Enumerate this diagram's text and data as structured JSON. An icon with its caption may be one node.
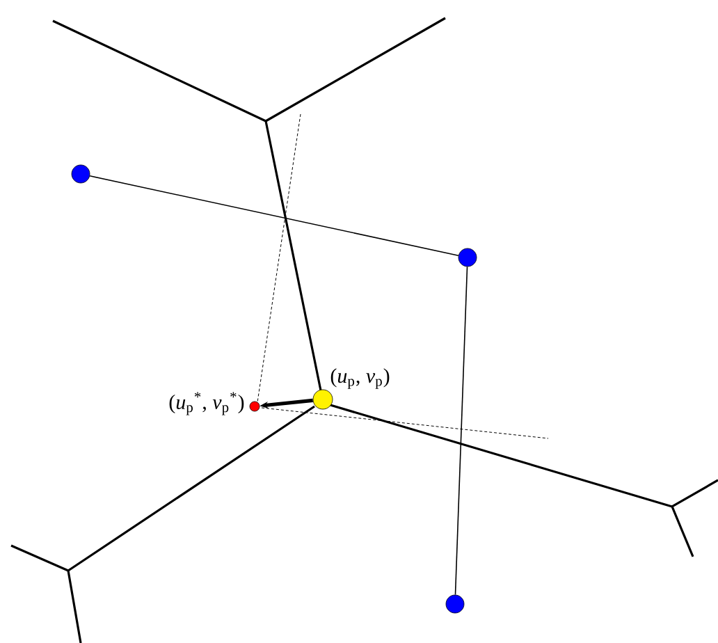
{
  "diagram": {
    "nodes": [
      {
        "text": [],
        "shape": "circle"
      },
      {
        "text": [],
        "shape": "circle"
      },
      {
        "text": [],
        "shape": "circle"
      },
      {
        "text": [],
        "shape": "circle",
        "beside": [
          "(*u*$_{p}$$^{*}$, *v*$_{p}$$^{*}$)"
        ]
      },
      {
        "text": [],
        "shape": "circle",
        "beside": [
          "(*u*$_{p}$, *v*$_{p}$)"
        ]
      }
    ],
    "edges": [
      {
        "from": 0,
        "to": 1,
        "arrow": "none"
      },
      {
        "from": 1,
        "to": 2,
        "arrow": "none"
      },
      {
        "from": 4,
        "to": 3,
        "arrow": "to",
        "style": "thick"
      }
    ]
  }
}
